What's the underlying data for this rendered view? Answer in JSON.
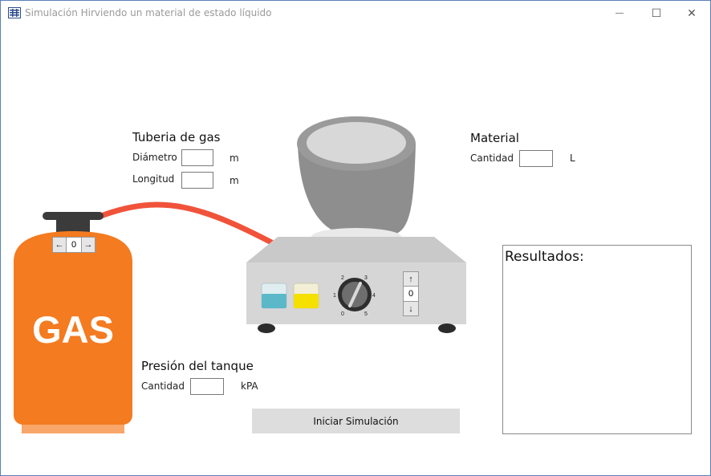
{
  "window": {
    "title": "Simulación Hirviendo un material de estado líquido",
    "minimize_glyph": "—",
    "maximize_glyph": "☐",
    "close_glyph": "✕"
  },
  "pipe": {
    "heading": "Tuberia de gas",
    "diameter_label": "Diámetro",
    "diameter_value": "",
    "diameter_unit": "m",
    "length_label": "Longitud",
    "length_value": "",
    "length_unit": "m"
  },
  "material": {
    "heading": "Material",
    "quantity_label": "Cantidad",
    "quantity_value": "",
    "quantity_unit": "L"
  },
  "pressure": {
    "heading": "Presión del tanque",
    "quantity_label": "Cantidad",
    "quantity_value": "",
    "quantity_unit": "kPA"
  },
  "tank": {
    "label": "GAS",
    "left_arrow": "←",
    "value": "0",
    "right_arrow": "→"
  },
  "stove": {
    "up_arrow": "↑",
    "value": "0",
    "down_arrow": "↓",
    "knob_marks": [
      "0",
      "1",
      "2",
      "3",
      "4",
      "5"
    ]
  },
  "actions": {
    "start_label": "Iniciar Simulación"
  },
  "results": {
    "title": "Resultados:",
    "content": ""
  },
  "colors": {
    "tank": "#f47b20",
    "tank_base": "#f9a66a",
    "hose": "#f0533a",
    "stove_body": "#d4d4d4",
    "pot": "#8e8e8e",
    "water": "#5bb8c8",
    "oil": "#f5e000"
  }
}
